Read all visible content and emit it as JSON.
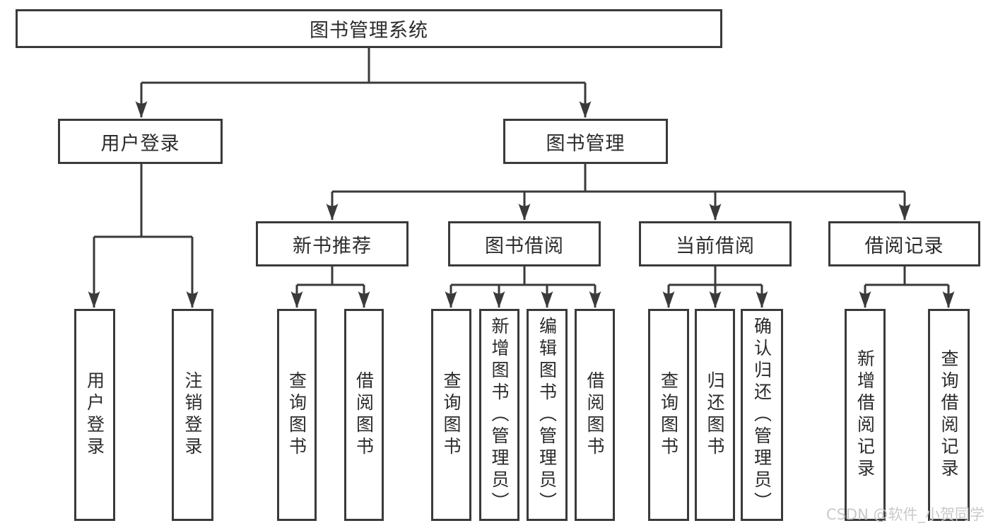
{
  "tree": {
    "label": "图书管理系统",
    "children": [
      {
        "label": "用户登录",
        "children": [
          {
            "label": "用户登录"
          },
          {
            "label": "注销登录"
          }
        ]
      },
      {
        "label": "图书管理",
        "children": [
          {
            "label": "新书推荐",
            "children": [
              {
                "label": "查询图书"
              },
              {
                "label": "借阅图书"
              }
            ]
          },
          {
            "label": "图书借阅",
            "children": [
              {
                "label": "查询图书"
              },
              {
                "label": "新增图书（管理员）"
              },
              {
                "label": "编辑图书（管理员）"
              },
              {
                "label": "借阅图书"
              }
            ]
          },
          {
            "label": "当前借阅",
            "children": [
              {
                "label": "查询图书"
              },
              {
                "label": "归还图书"
              },
              {
                "label": "确认归还（管理员）"
              }
            ]
          },
          {
            "label": "借阅记录",
            "children": [
              {
                "label": "新增借阅记录"
              },
              {
                "label": "查询借阅记录"
              }
            ]
          }
        ]
      }
    ]
  },
  "watermark": "CSDN @软件_小贺同学",
  "colors": {
    "line": "#3a3a3a",
    "box_border": "#3a3a3a",
    "text": "#2b2b2b",
    "watermark": "#c9c9c9",
    "background": "#ffffff"
  }
}
